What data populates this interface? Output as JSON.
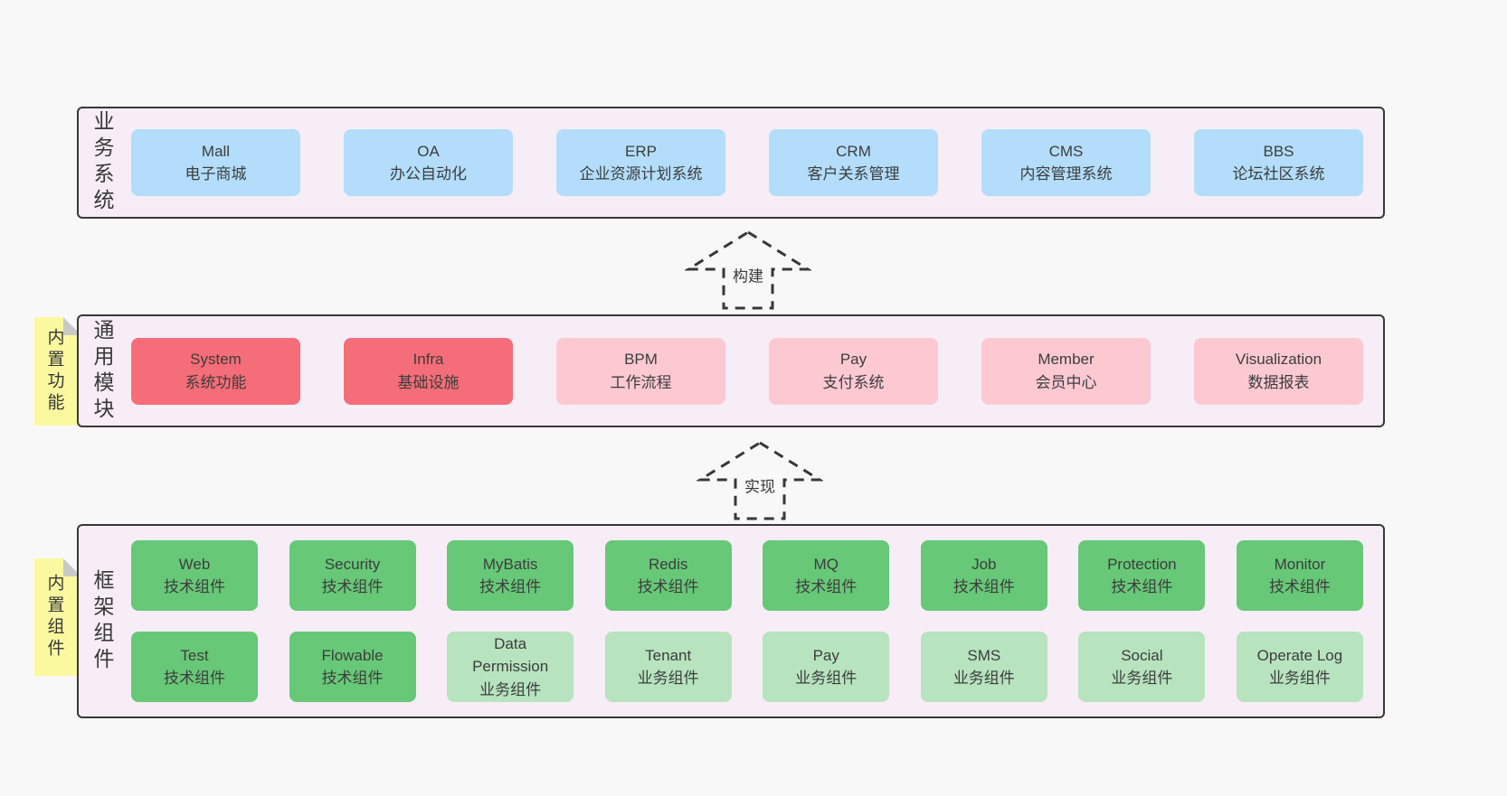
{
  "colors": {
    "page_bg": "#f8f8f8",
    "band_bg": "#f7edf6",
    "band_border": "#383838",
    "blue_box": "#b3ddfa",
    "red_box": "#f56d78",
    "pink_box": "#fcc9d3",
    "green_box": "#67c878",
    "light_green_box": "#b7e3bf",
    "sticky_bg": "#fbf9a0",
    "sticky_fold": "#c9c9c9",
    "text": "#3d3d3d"
  },
  "arrows": [
    {
      "label": "构建"
    },
    {
      "label": "实现"
    }
  ],
  "bands": [
    {
      "id": "business-systems",
      "label": "业务系统",
      "boxes": [
        {
          "name": "Mall",
          "desc": "电子商城",
          "type": "blue"
        },
        {
          "name": "OA",
          "desc": "办公自动化",
          "type": "blue"
        },
        {
          "name": "ERP",
          "desc": "企业资源计划系统",
          "type": "blue"
        },
        {
          "name": "CRM",
          "desc": "客户关系管理",
          "type": "blue"
        },
        {
          "name": "CMS",
          "desc": "内容管理系统",
          "type": "blue"
        },
        {
          "name": "BBS",
          "desc": "论坛社区系统",
          "type": "blue"
        }
      ]
    },
    {
      "id": "common-modules",
      "label": "通用模块",
      "sticky": "内置功能",
      "boxes": [
        {
          "name": "System",
          "desc": "系统功能",
          "type": "red"
        },
        {
          "name": "Infra",
          "desc": "基础设施",
          "type": "red"
        },
        {
          "name": "BPM",
          "desc": "工作流程",
          "type": "pink"
        },
        {
          "name": "Pay",
          "desc": "支付系统",
          "type": "pink"
        },
        {
          "name": "Member",
          "desc": "会员中心",
          "type": "pink"
        },
        {
          "name": "Visualization",
          "desc": "数据报表",
          "type": "pink"
        }
      ]
    },
    {
      "id": "framework-components",
      "label": "框架组件",
      "sticky": "内置组件",
      "rows": [
        {
          "boxes": [
            {
              "name": "Web",
              "desc": "技术组件",
              "type": "green"
            },
            {
              "name": "Security",
              "desc": "技术组件",
              "type": "green"
            },
            {
              "name": "MyBatis",
              "desc": "技术组件",
              "type": "green"
            },
            {
              "name": "Redis",
              "desc": "技术组件",
              "type": "green"
            },
            {
              "name": "MQ",
              "desc": "技术组件",
              "type": "green"
            },
            {
              "name": "Job",
              "desc": "技术组件",
              "type": "green"
            },
            {
              "name": "Protection",
              "desc": "技术组件",
              "type": "green"
            },
            {
              "name": "Monitor",
              "desc": "技术组件",
              "type": "green"
            }
          ]
        },
        {
          "boxes": [
            {
              "name": "Test",
              "desc": "技术组件",
              "type": "green"
            },
            {
              "name": "Flowable",
              "desc": "技术组件",
              "type": "green"
            },
            {
              "name": "Data Permission",
              "desc": "业务组件",
              "type": "lightgreen"
            },
            {
              "name": "Tenant",
              "desc": "业务组件",
              "type": "lightgreen"
            },
            {
              "name": "Pay",
              "desc": "业务组件",
              "type": "lightgreen"
            },
            {
              "name": "SMS",
              "desc": "业务组件",
              "type": "lightgreen"
            },
            {
              "name": "Social",
              "desc": "业务组件",
              "type": "lightgreen"
            },
            {
              "name": "Operate Log",
              "desc": "业务组件",
              "type": "lightgreen"
            }
          ]
        }
      ]
    }
  ]
}
